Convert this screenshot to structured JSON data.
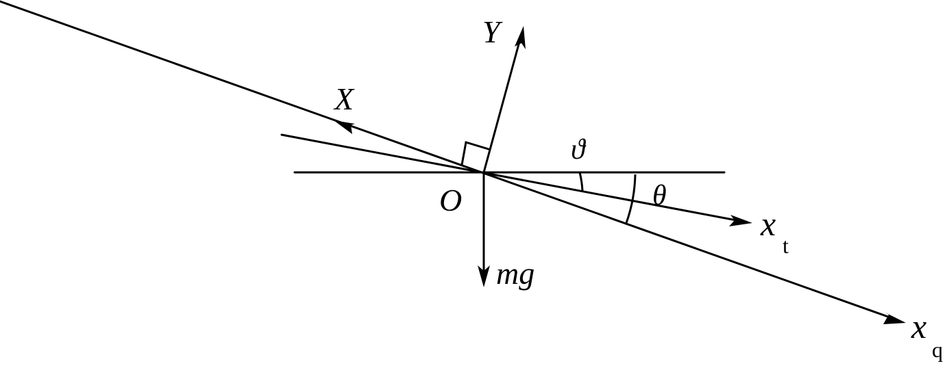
{
  "labels": {
    "y_axis": "Y",
    "x_axis": "X",
    "origin": "O",
    "weight": "mg",
    "pitch_angle": "ϑ",
    "theta_angle": "θ",
    "xt_main": "x",
    "xt_sub": "t",
    "xq_main": "x",
    "xq_sub": "q"
  },
  "colors": {
    "ink": "#000000",
    "background": "#ffffff"
  }
}
